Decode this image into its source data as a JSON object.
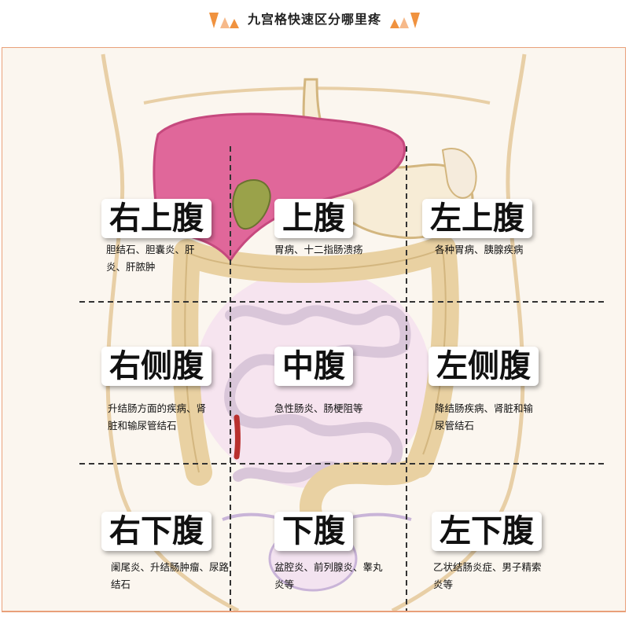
{
  "header": {
    "title": "九宫格快速区分哪里疼"
  },
  "regions": [
    {
      "name": "右上腹",
      "desc": "胆结石、胆囊炎、肝炎、肝脓肿"
    },
    {
      "name": "上腹",
      "desc": "胃病、十二指肠溃疡"
    },
    {
      "name": "左上腹",
      "desc": "各种胃病、胰腺疾病"
    },
    {
      "name": "右侧腹",
      "desc": "升结肠方面的疾病、肾脏和输尿管结石"
    },
    {
      "name": "中腹",
      "desc": "急性肠炎、肠梗阻等"
    },
    {
      "name": "左侧腹",
      "desc": "降结肠疾病、肾脏和输尿管结石"
    },
    {
      "name": "右下腹",
      "desc": "阑尾炎、升结肠肿瘤、尿路结石"
    },
    {
      "name": "下腹",
      "desc": "盆腔炎、前列腺炎、睾丸炎等"
    },
    {
      "name": "左下腹",
      "desc": "乙状结肠炎症、男子精索炎等"
    }
  ],
  "colors": {
    "accent": "#f0923f",
    "liver": "#e0679a",
    "frame": "#e9a07a",
    "grid": "#333333"
  }
}
